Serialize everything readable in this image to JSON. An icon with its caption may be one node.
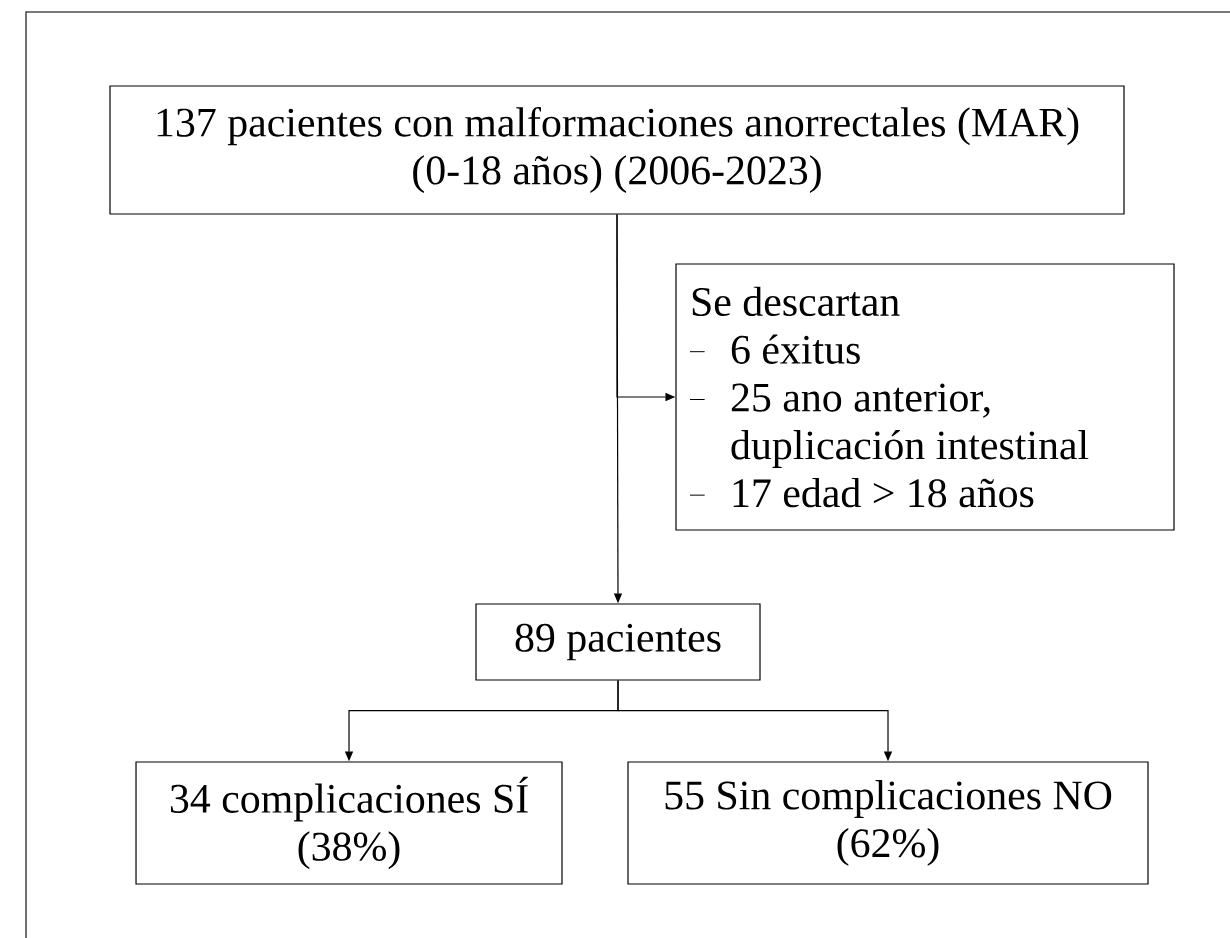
{
  "diagram": {
    "nodes": [
      {
        "text": [
          "137 pacientes con malformaciones anorrectales (MAR) (0-18 años) (2006-2023)"
        ]
      },
      {
        "text": [
          "Se descartan",
          "6 éxitus",
          "25 ano anterior, duplicación intestinal",
          "17 edad > 18 años"
        ]
      },
      {
        "text": [
          "89 pacientes"
        ]
      },
      {
        "text": [
          "34 complicaciones SÍ (38%)"
        ]
      },
      {
        "text": [
          "55 Sin complicaciones NO (62%)"
        ]
      }
    ],
    "edges": [
      {
        "from": 0,
        "to": 2,
        "arrow": "to"
      },
      {
        "from": 0,
        "to": 1,
        "arrow": "to"
      },
      {
        "from": 2,
        "to": 3,
        "arrow": "to"
      },
      {
        "from": 2,
        "to": 4,
        "arrow": "to"
      }
    ]
  }
}
